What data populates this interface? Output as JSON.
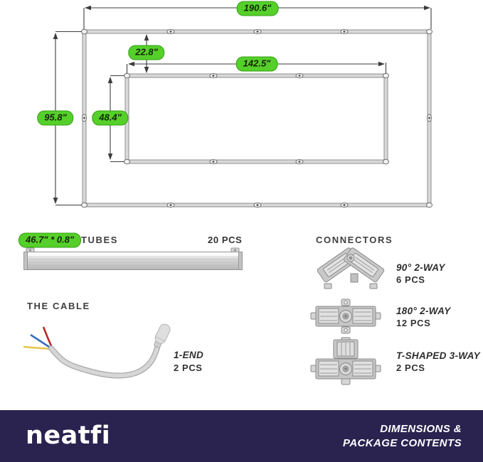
{
  "diagram": {
    "outer_width": "190.6\"",
    "outer_height": "95.8\"",
    "inset_gap": "22.8\"",
    "inner_width": "142.5\"",
    "inner_height": "48.4\""
  },
  "tubes_section": {
    "dimensions": "46.7\" * 0.8\"",
    "title": "TUBES",
    "quantity": "20 PCS"
  },
  "cable_section": {
    "title": "THE CABLE",
    "variant": "1-END",
    "quantity": "2 PCS"
  },
  "connectors_section": {
    "title": "CONNECTORS",
    "items": [
      {
        "name": "90° 2-WAY",
        "quantity": "6 PCS"
      },
      {
        "name": "180° 2-WAY",
        "quantity": "12 PCS"
      },
      {
        "name": "T-SHAPED 3-WAY",
        "quantity": "2 PCS"
      }
    ]
  },
  "footer": {
    "brand": "neatfi",
    "caption_line1": "DIMENSIONS &",
    "caption_line2": "PACKAGE CONTENTS"
  },
  "colors": {
    "accent_green": "#55d02a",
    "footer_background": "#2a2350"
  }
}
